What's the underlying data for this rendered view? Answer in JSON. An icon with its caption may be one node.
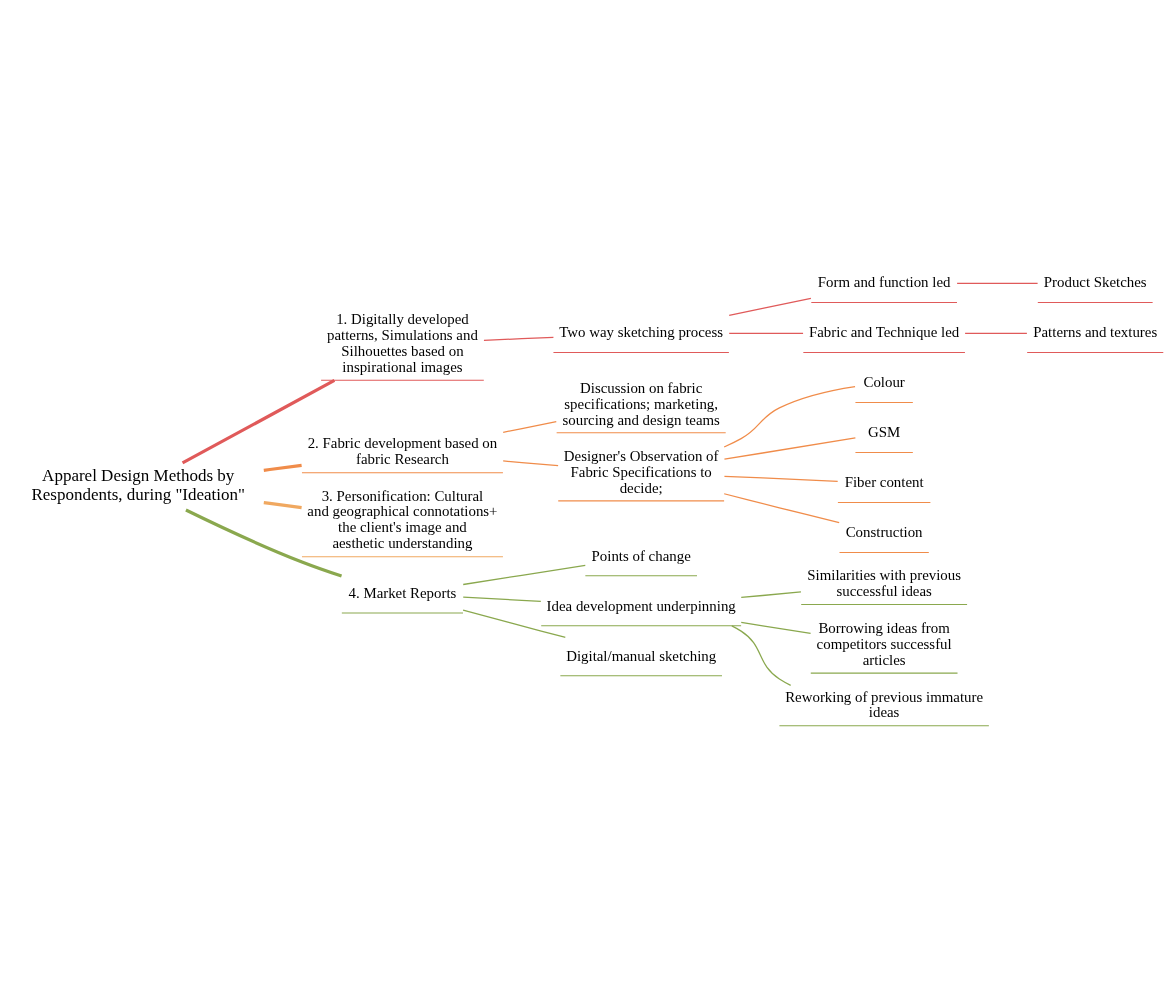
{
  "diagram": {
    "nodes": [
      {
        "text": [
          "Apparel Design Methods by Respondents, during \"Ideation\""
        ]
      },
      {
        "text": [
          "1. Digitally developed patterns, Simulations and Silhouettes based on inspirational images"
        ]
      },
      {
        "text": [
          "Two way sketching process"
        ]
      },
      {
        "text": [
          "Form and function led"
        ]
      },
      {
        "text": [
          "Product Sketches"
        ]
      },
      {
        "text": [
          "Fabric and Technique led"
        ]
      },
      {
        "text": [
          "Patterns and textures"
        ]
      },
      {
        "text": [
          "2. Fabric development based on fabric Research"
        ]
      },
      {
        "text": [
          "Discussion on fabric specifications; marketing, sourcing and design teams"
        ]
      },
      {
        "text": [
          "Designer's Observation of Fabric Specifications to decide;"
        ]
      },
      {
        "text": [
          "Colour"
        ]
      },
      {
        "text": [
          "GSM"
        ]
      },
      {
        "text": [
          "Fiber content"
        ]
      },
      {
        "text": [
          "Construction"
        ]
      },
      {
        "text": [
          "3. Personification: Cultural and geographical connotations+ the client's image and aesthetic understanding"
        ]
      },
      {
        "text": [
          "4. Market Reports"
        ]
      },
      {
        "text": [
          "Points of change"
        ]
      },
      {
        "text": [
          "Idea development underpinning"
        ]
      },
      {
        "text": [
          "Similarities with previous successful ideas"
        ]
      },
      {
        "text": [
          "Borrowing ideas from competitors successful articles"
        ]
      },
      {
        "text": [
          "Reworking of previous immature ideas"
        ]
      },
      {
        "text": [
          "Digital/manual sketching"
        ]
      }
    ],
    "edges": [
      {
        "from": 0,
        "to": 1,
        "arrow": "none",
        "style": "thick",
        "color": "#e05a5a"
      },
      {
        "from": 1,
        "to": 2,
        "arrow": "none",
        "color": "#e05a5a"
      },
      {
        "from": 2,
        "to": 3,
        "arrow": "none",
        "color": "#e05a5a"
      },
      {
        "from": 3,
        "to": 4,
        "arrow": "none",
        "color": "#e05a5a"
      },
      {
        "from": 2,
        "to": 5,
        "arrow": "none",
        "color": "#e05a5a"
      },
      {
        "from": 5,
        "to": 6,
        "arrow": "none",
        "color": "#e05a5a"
      },
      {
        "from": 0,
        "to": 7,
        "arrow": "none",
        "style": "thick",
        "color": "#f08c4a"
      },
      {
        "from": 7,
        "to": 8,
        "arrow": "none",
        "color": "#f08c4a"
      },
      {
        "from": 7,
        "to": 9,
        "arrow": "none",
        "color": "#f08c4a"
      },
      {
        "from": 9,
        "to": 10,
        "arrow": "none",
        "color": "#f08c4a"
      },
      {
        "from": 9,
        "to": 11,
        "arrow": "none",
        "color": "#f08c4a"
      },
      {
        "from": 9,
        "to": 12,
        "arrow": "none",
        "color": "#f08c4a"
      },
      {
        "from": 9,
        "to": 13,
        "arrow": "none",
        "color": "#f08c4a"
      },
      {
        "from": 0,
        "to": 14,
        "arrow": "none",
        "style": "thick",
        "color": "#f0a860"
      },
      {
        "from": 0,
        "to": 15,
        "arrow": "none",
        "style": "thick",
        "color": "#8aa84e"
      },
      {
        "from": 15,
        "to": 16,
        "arrow": "none",
        "color": "#8aa84e"
      },
      {
        "from": 15,
        "to": 17,
        "arrow": "none",
        "color": "#8aa84e"
      },
      {
        "from": 17,
        "to": 18,
        "arrow": "none",
        "color": "#8aa84e"
      },
      {
        "from": 17,
        "to": 19,
        "arrow": "none",
        "color": "#8aa84e"
      },
      {
        "from": 17,
        "to": 20,
        "arrow": "none",
        "color": "#8aa84e"
      },
      {
        "from": 15,
        "to": 21,
        "arrow": "none",
        "color": "#8aa84e"
      }
    ]
  }
}
